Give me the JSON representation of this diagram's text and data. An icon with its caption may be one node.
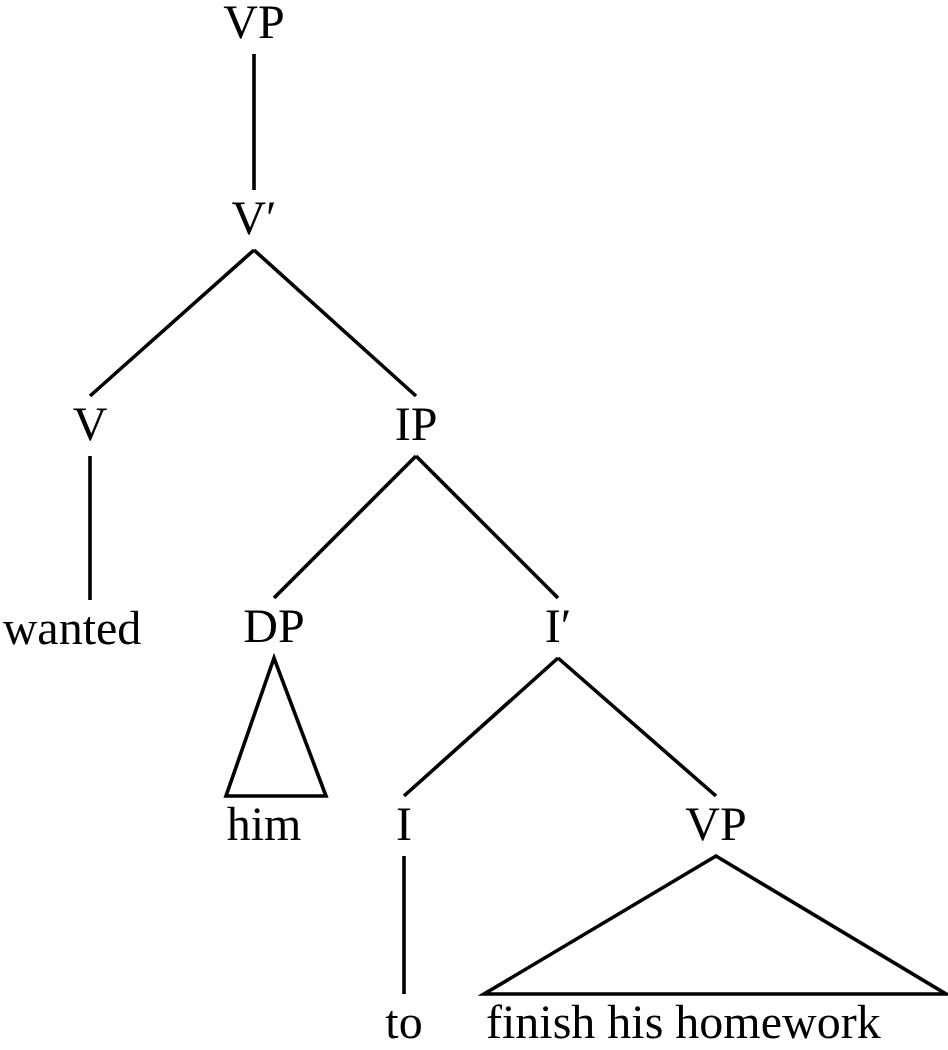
{
  "diagram": {
    "nodes": [
      {
        "text": [
          "VP"
        ]
      },
      {
        "text": [
          "V′"
        ]
      },
      {
        "text": [
          "V"
        ]
      },
      {
        "text": [
          "IP"
        ]
      },
      {
        "text": [
          "wanted"
        ]
      },
      {
        "text": [
          "DP"
        ]
      },
      {
        "text": [
          "I′"
        ]
      },
      {
        "text": [
          "him"
        ]
      },
      {
        "text": [
          "I"
        ]
      },
      {
        "text": [
          "VP"
        ]
      },
      {
        "text": [
          "to"
        ]
      },
      {
        "text": [
          "finish his homework"
        ]
      }
    ],
    "edges": [
      {
        "from": 0,
        "to": 1,
        "arrow": "none"
      },
      {
        "from": 1,
        "to": 2,
        "arrow": "none"
      },
      {
        "from": 1,
        "to": 3,
        "arrow": "none"
      },
      {
        "from": 2,
        "to": 4,
        "arrow": "none"
      },
      {
        "from": 3,
        "to": 5,
        "arrow": "none"
      },
      {
        "from": 3,
        "to": 6,
        "arrow": "none"
      },
      {
        "from": 5,
        "to": 7,
        "arrow": "none"
      },
      {
        "from": 6,
        "to": 8,
        "arrow": "none"
      },
      {
        "from": 6,
        "to": 9,
        "arrow": "none"
      },
      {
        "from": 8,
        "to": 10,
        "arrow": "none"
      },
      {
        "from": 9,
        "to": 11,
        "arrow": "none"
      }
    ]
  }
}
